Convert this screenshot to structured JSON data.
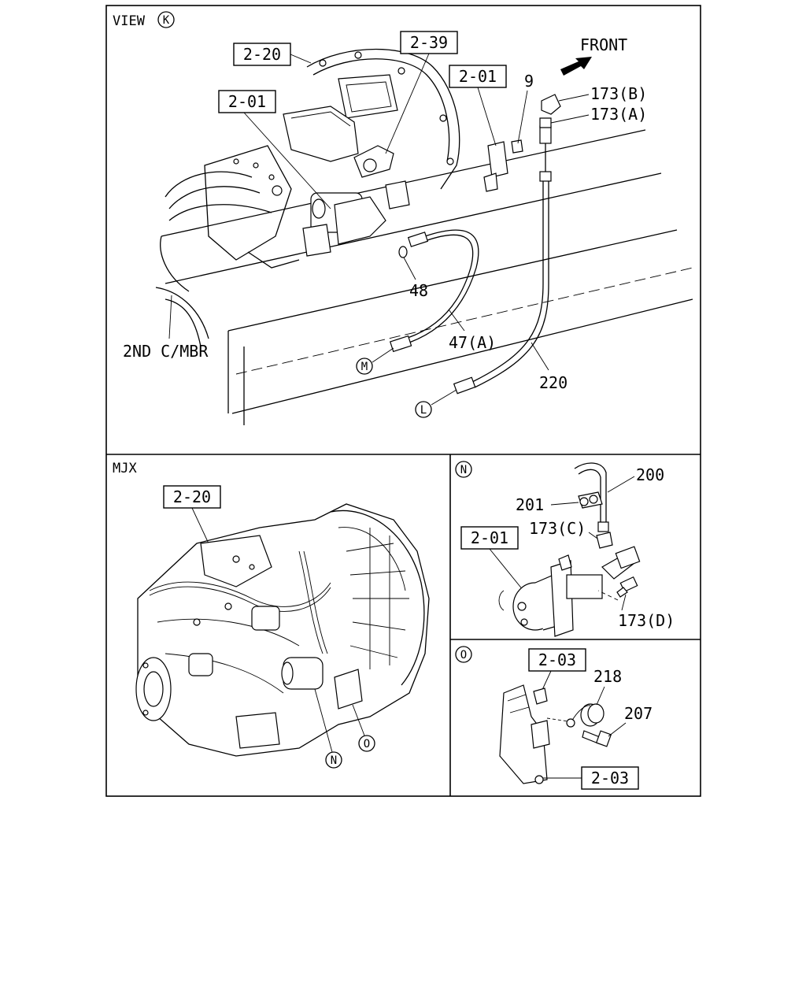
{
  "panels": {
    "view_k": {
      "header_prefix": "VIEW",
      "header_marker": "K",
      "labels": {
        "ref_2_20": "2-20",
        "ref_2_39": "2-39",
        "ref_2_01_a": "2-01",
        "ref_2_01_b": "2-01",
        "part_9": "9",
        "front": "FRONT",
        "part_173b": "173(B)",
        "part_173a": "173(A)",
        "part_48": "48",
        "part_47a": "47(A)",
        "second_cmbr": "2ND C/MBR",
        "part_220": "220",
        "marker_m": "M",
        "marker_l": "L"
      }
    },
    "mjx": {
      "header": "MJX",
      "labels": {
        "ref_2_20": "2-20",
        "marker_n": "N",
        "marker_o": "O"
      }
    },
    "detail_n": {
      "header_marker": "N",
      "labels": {
        "part_200": "200",
        "part_201": "201",
        "part_173c": "173(C)",
        "ref_2_01": "2-01",
        "part_173d": "173(D)"
      }
    },
    "detail_o": {
      "header_marker": "O",
      "labels": {
        "ref_2_03_top": "2-03",
        "part_218": "218",
        "part_207": "207",
        "ref_2_03_bottom": "2-03"
      }
    }
  }
}
